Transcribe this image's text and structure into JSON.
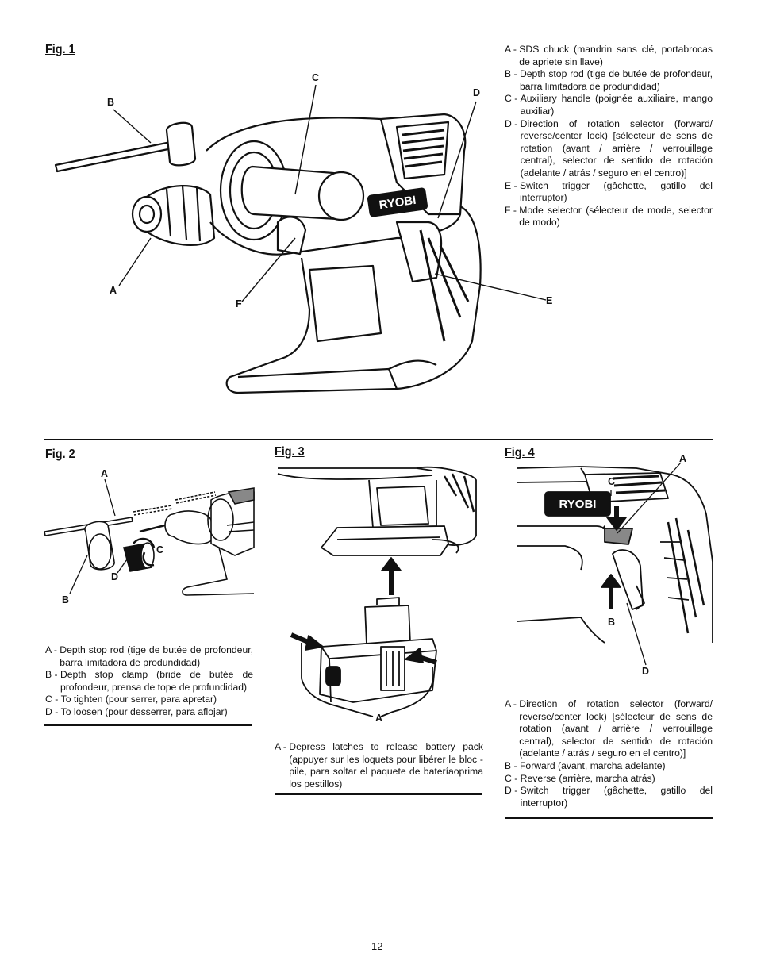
{
  "fig1": {
    "title": "Fig. 1",
    "labels": {
      "A": "A",
      "B": "B",
      "C": "C",
      "D": "D",
      "E": "E",
      "F": "F"
    },
    "brand": "RYOBI",
    "legend": [
      {
        "key": "A - ",
        "text": "SDS chuck (mandrin sans clé, portabrocas de apriete sin llave)"
      },
      {
        "key": "B - ",
        "text": "Depth stop rod (tige de butée de profondeur, barra limitadora de produndidad)"
      },
      {
        "key": "C - ",
        "text": "Auxiliary handle (poignée auxiliaire, mango auxiliar)"
      },
      {
        "key": "D - ",
        "text": "Direction of rotation selector (forward/ reverse/center lock) [sélecteur de sens de rotation (avant / arrière / verrouillage central), selector de sentido de rotación (adelante / atrás / seguro en el centro)]"
      },
      {
        "key": "E - ",
        "text": "Switch trigger (gâchette, gatillo del interruptor)"
      },
      {
        "key": "F - ",
        "text": "Mode selector (sélecteur de mode, selector de modo)"
      }
    ]
  },
  "fig2": {
    "title": "Fig. 2",
    "labels": {
      "A": "A",
      "B": "B",
      "C": "C",
      "D": "D"
    },
    "legend": [
      {
        "key": "A - ",
        "text": "Depth stop rod (tige de butée de profondeur, barra limitadora de produndidad)"
      },
      {
        "key": "B - ",
        "text": "Depth stop clamp (bride de butée de profondeur, prensa de tope de profundidad)"
      },
      {
        "key": "C - ",
        "text": "To tighten (pour serrer, para apretar)"
      },
      {
        "key": "D - ",
        "text": "To loosen (pour desserrer, para aflojar)"
      }
    ]
  },
  "fig3": {
    "title": "Fig. 3",
    "labels": {
      "A": "A"
    },
    "legend": [
      {
        "key": "A - ",
        "text": "Depress latches to release battery pack (appuyer sur les loquets pour libérer le bloc -pile, para soltar el paquete de bateríaoprima los pestillos)"
      }
    ]
  },
  "fig4": {
    "title": "Fig. 4",
    "labels": {
      "A": "A",
      "B": "B",
      "C": "C",
      "D": "D"
    },
    "brand": "RYOBI",
    "legend": [
      {
        "key": "A - ",
        "text": "Direction of rotation selector (forward/ reverse/center lock) [sélecteur de sens de rotation (avant / arrière / verrouillage central), selector de sentido de rotación (adelante / atrás / seguro en el centro)]"
      },
      {
        "key": "B - ",
        "text": "Forward (avant, marcha  adelante)"
      },
      {
        "key": "C - ",
        "text": "Reverse (arrière, marcha atrás)"
      },
      {
        "key": "D - ",
        "text": "Switch trigger (gâchette, gatillo del interruptor)"
      }
    ]
  },
  "page_number": "12"
}
